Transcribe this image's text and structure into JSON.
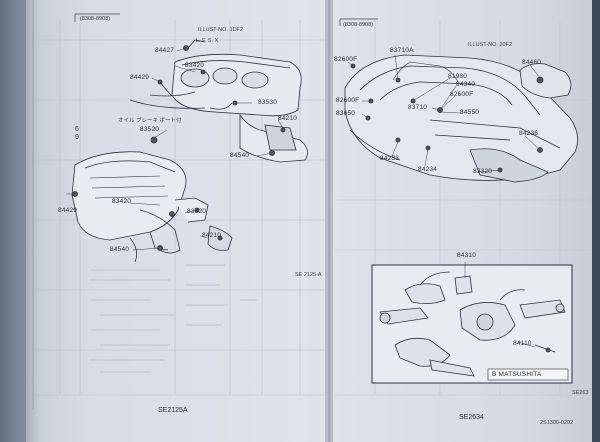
{
  "left_panel": {
    "header_code": "(8308-8908)",
    "illust_no": "ILLUST-NO. 1DF2",
    "subtitle": "L. F. S. X",
    "side_marks": [
      "6",
      "9"
    ],
    "oil_note": "オイル ブレーキ ポート付",
    "ref_code": "SE 2125-A",
    "upper_labels": {
      "l84427": "84427",
      "l83420": "83420",
      "l84429": "84429",
      "l83530": "83530",
      "l83520": "83520",
      "l84210": "84210",
      "l84540": "84540"
    },
    "lower_labels": {
      "l83420": "83420",
      "l84429": "84429",
      "l83520": "83520",
      "l84210": "84210",
      "l84540": "84540"
    },
    "footer": "SE2125A"
  },
  "right_panel": {
    "header_code": "(8308-8908)",
    "illust_no": "ILLUST-NO. 20F2",
    "body_labels": {
      "l82600f_top": "82600F",
      "l83710a": "83710A",
      "l81980": "81980",
      "l84340": "84340",
      "l82600f_mid": "82600F",
      "l82600f_left": "82600F",
      "l83710": "83710",
      "l84460_right": "84460",
      "l83650": "83650",
      "l84550": "84550",
      "l84236": "84236",
      "l84233": "84233",
      "l84234": "84234",
      "l83320": "83320"
    },
    "inset": {
      "l84310": "84310",
      "l84110": "84110",
      "caption": "B MATSUSHITA"
    },
    "footer": "SE2634",
    "footer_code": "2S1300-0202",
    "edge_code": "SE263"
  }
}
